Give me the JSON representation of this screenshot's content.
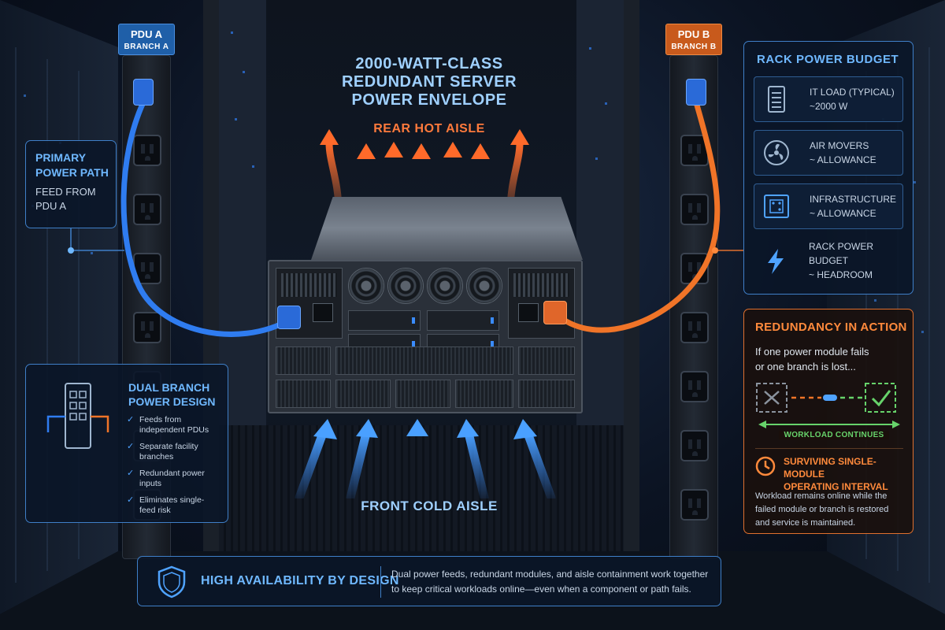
{
  "title": {
    "lines": [
      "2000-WATT-CLASS",
      "REDUNDANT SERVER",
      "POWER ENVELOPE"
    ]
  },
  "aisles": {
    "hot": "REAR HOT AISLE",
    "cold": "FRONT COLD AISLE"
  },
  "pdu_a": {
    "name": "PDU A",
    "branch": "BRANCH A",
    "color": "#1f5fa8",
    "cable_color": "#2f7cf0"
  },
  "pdu_b": {
    "name": "PDU B",
    "branch": "BRANCH B",
    "color": "#c85a1c",
    "cable_color": "#f07428"
  },
  "primary_path": {
    "title_lines": [
      "PRIMARY",
      "POWER PATH"
    ],
    "sub_lines": [
      "FEED FROM",
      "PDU A"
    ]
  },
  "rack_budget": {
    "title": "RACK POWER BUDGET",
    "items": [
      {
        "icon": "server-icon",
        "lines": [
          "IT LOAD (TYPICAL)",
          "~2000 W"
        ]
      },
      {
        "icon": "fan-icon",
        "lines": [
          "AIR MOVERS",
          "~ ALLOWANCE"
        ]
      },
      {
        "icon": "circuit-board-icon",
        "lines": [
          "INFRASTRUCTURE",
          "~ ALLOWANCE"
        ]
      },
      {
        "icon": "lightning-icon",
        "lines": [
          "RACK POWER",
          "BUDGET",
          "~ HEADROOM"
        ]
      }
    ]
  },
  "redundancy": {
    "title": "REDUNDANCY IN ACTION",
    "desc_lines": [
      "If one power module fails",
      "or one branch is lost..."
    ],
    "workload": "WORKLOAD CONTINUES",
    "surviving_lines": [
      "SURVIVING SINGLE-MODULE",
      "OPERATING INTERVAL"
    ],
    "note_lines": [
      "Workload remains online while the",
      "failed module or branch is restored",
      "and service is maintained."
    ]
  },
  "dual_branch": {
    "title_lines": [
      "DUAL BRANCH",
      "POWER DESIGN"
    ],
    "items": [
      [
        "Feeds from",
        "independent PDUs"
      ],
      [
        "Separate facility",
        "branches"
      ],
      [
        "Redundant power",
        "inputs"
      ],
      [
        "Eliminates single-",
        "feed risk"
      ]
    ]
  },
  "high_availability": {
    "title": "HIGH AVAILABILITY BY DESIGN",
    "desc_lines": [
      "Dual power feeds, redundant modules, and aisle containment work together",
      "to keep critical workloads online—even when a component or path fails."
    ]
  },
  "colors": {
    "accent_blue": "#6fb8ff",
    "accent_orange": "#ff8a3c",
    "ok_green": "#67d36b",
    "fail_gray": "#8a939e"
  }
}
